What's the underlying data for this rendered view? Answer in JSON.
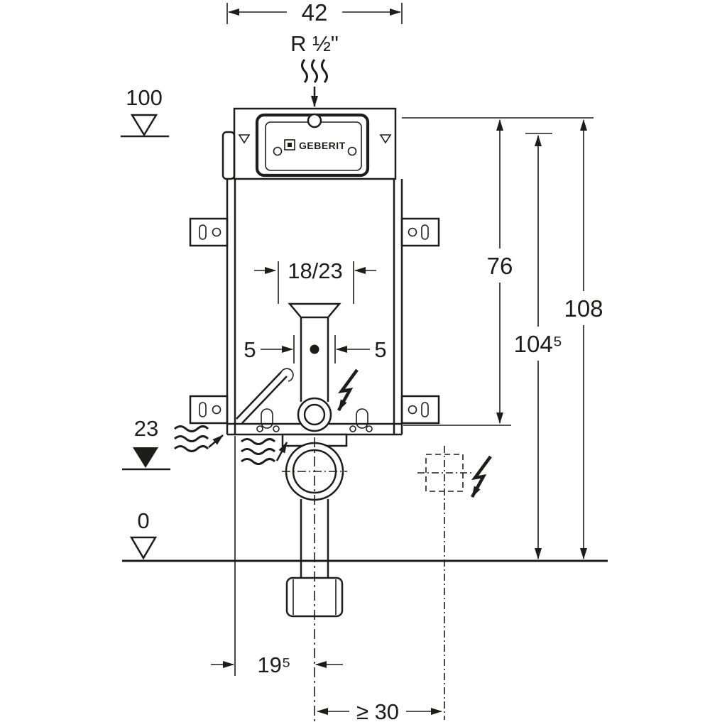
{
  "brand": "GEBERIT",
  "dims": {
    "top_width": "42",
    "supply_thread": "R ½\"",
    "level_top": "100",
    "bend_depth": "18/23",
    "offset_left": "5",
    "offset_right": "5",
    "height_frame": "76",
    "height_actuator": "104⁵",
    "height_total": "108",
    "level_outlet": "23",
    "level_floor": "0",
    "outlet_offset": "19⁵",
    "socket_clearance": "≥ 30"
  }
}
